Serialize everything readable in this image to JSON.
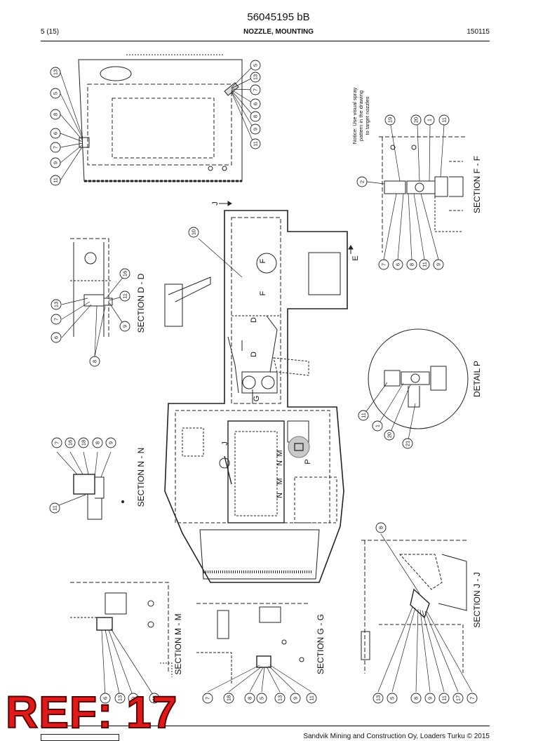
{
  "header": {
    "doc_number": "56045195 bB",
    "page": "5 (15)",
    "title": "NOZZLE, MOUNTING",
    "date": "150115"
  },
  "notice": [
    "Notice: Use visual spray",
    "pattern in the drawing",
    "to target nozzles"
  ],
  "sections": {
    "dd": "SECTION D - D",
    "nn": "SECTION N - N",
    "mm": "SECTION M - M",
    "gg": "SECTION G - G",
    "jj": "SECTION J - J",
    "ff": "SECTION F - F",
    "p": "DETAIL P"
  },
  "markers": {
    "j": "J",
    "e": "E",
    "f1": "F",
    "f2": "F",
    "d1": "D",
    "d2": "D",
    "m1": "M",
    "m2": "M",
    "n1": "N",
    "n2": "N",
    "p": "P",
    "g": "G",
    "j2": "J"
  },
  "balloons": {
    "top_left": [
      "13",
      "5",
      "8",
      "6",
      "7",
      "9",
      "11"
    ],
    "top_right": [
      "5",
      "13",
      "7",
      "6",
      "8",
      "9",
      "11"
    ],
    "ff_top": [
      "19",
      "20",
      "1",
      "11"
    ],
    "ff_left": [
      "2"
    ],
    "ff_bottom": [
      "7",
      "6",
      "8",
      "11",
      "9"
    ],
    "center": [
      "10"
    ],
    "dd": [
      "13",
      "7",
      "6",
      "16",
      "11",
      "9",
      "8"
    ],
    "p": [
      "11",
      "1",
      "20",
      "21"
    ],
    "nn": [
      "7",
      "16",
      "18",
      "8",
      "9",
      "11"
    ],
    "jj_top": [
      "8"
    ],
    "mm_bottom": [
      "6",
      "13",
      "9",
      "11"
    ],
    "gg_bottom": [
      "7",
      "18",
      "8",
      "5",
      "13",
      "9",
      "11"
    ],
    "jj_bottom": [
      "13",
      "5",
      "8",
      "9",
      "11",
      "17",
      "7"
    ]
  },
  "stamp": "REF: 17",
  "footer": "Sandvik Mining and Construction Oy, Loaders Turku © 2015"
}
